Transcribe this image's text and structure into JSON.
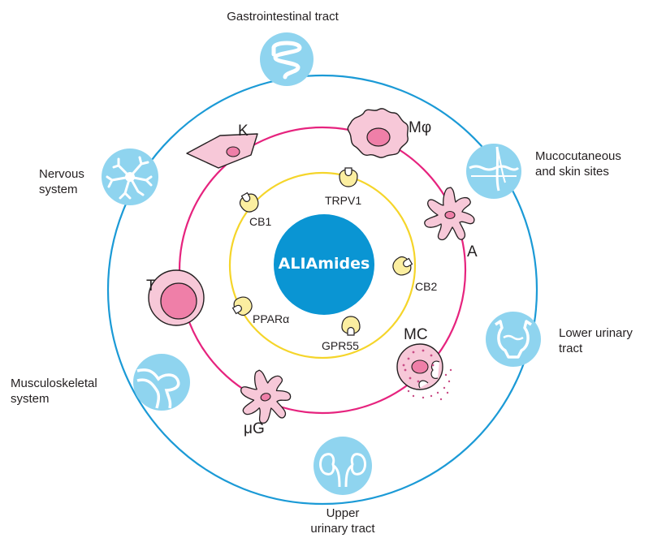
{
  "colors": {
    "outer_ring": "#1b9ad6",
    "middle_ring": "#e6237e",
    "inner_ring": "#f5d52a",
    "core": "#0a95d3",
    "organ_icon_fill": "#8fd4ef",
    "cell_fill": "#f7c8d8",
    "cell_nucleus": "#ef7fa8",
    "receptor_fill": "#fbeea0"
  },
  "core": {
    "label": "ALIAmides"
  },
  "organs": [
    {
      "id": "gastrointestinal",
      "icon": "intestine-icon",
      "label": "Gastrointestinal tract"
    },
    {
      "id": "mucocutaneous",
      "icon": "skin-hair-follicle-icon",
      "label": "Mucocutaneous and skin sites",
      "lines": [
        "Mucocutaneous",
        "and skin sites"
      ]
    },
    {
      "id": "lower-urinary",
      "icon": "bladder-icon",
      "label": "Lower urinary tract",
      "lines": [
        "Lower urinary",
        "tract"
      ]
    },
    {
      "id": "upper-urinary",
      "icon": "kidneys-icon",
      "label": "Upper urinary tract",
      "lines": [
        "Upper",
        "urinary tract"
      ]
    },
    {
      "id": "musculoskeletal",
      "icon": "joint-icon",
      "label": "Musculoskeletal system",
      "lines": [
        "Musculoskeletal",
        "system"
      ]
    },
    {
      "id": "nervous",
      "icon": "neuron-icon",
      "label": "Nervous system",
      "lines": [
        "Nervous",
        "system"
      ]
    }
  ],
  "cells": [
    {
      "id": "keratinocyte",
      "icon": "keratinocyte-icon",
      "label": "K"
    },
    {
      "id": "macrophage",
      "icon": "macrophage-icon",
      "label": "Mφ"
    },
    {
      "id": "astrocyte",
      "icon": "astrocyte-icon",
      "label": "A"
    },
    {
      "id": "mast-cell",
      "icon": "mast-cell-icon",
      "label": "MC"
    },
    {
      "id": "microglia",
      "icon": "microglia-icon",
      "label": "μG"
    },
    {
      "id": "t-cell",
      "icon": "t-cell-icon",
      "label": "T"
    }
  ],
  "receptors": [
    {
      "id": "trpv1",
      "icon": "receptor-icon",
      "label": "TRPV1"
    },
    {
      "id": "cb1",
      "icon": "receptor-icon",
      "label": "CB1"
    },
    {
      "id": "cb2",
      "icon": "receptor-icon",
      "label": "CB2"
    },
    {
      "id": "gpr55",
      "icon": "receptor-icon",
      "label": "GPR55"
    },
    {
      "id": "ppar-alpha",
      "icon": "receptor-icon",
      "label": "PPARα"
    }
  ]
}
